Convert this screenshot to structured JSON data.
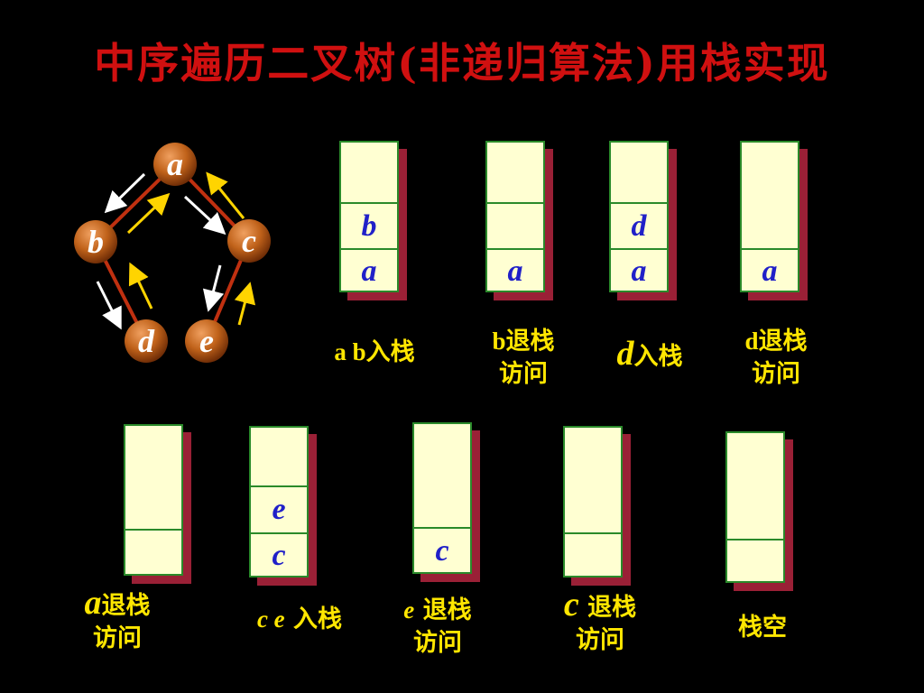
{
  "title": "中序遍历二叉树(非递归算法)用栈实现",
  "tree": {
    "nodes": [
      {
        "id": "a",
        "label": "a"
      },
      {
        "id": "b",
        "label": "b"
      },
      {
        "id": "c",
        "label": "c"
      },
      {
        "id": "d",
        "label": "d"
      },
      {
        "id": "e",
        "label": "e"
      }
    ],
    "edges": [
      [
        "a",
        "b"
      ],
      [
        "a",
        "c"
      ],
      [
        "b",
        "d"
      ],
      [
        "c",
        "e"
      ]
    ],
    "colors": {
      "node": "#c0621a",
      "edge": "#c03010",
      "node_text": "#ffffff",
      "down_arrow": "#ffffff",
      "up_arrow": "#ffd400"
    }
  },
  "steps": [
    {
      "stack": [
        "a",
        "b"
      ],
      "caption": {
        "lead": "a b",
        "text": "入栈"
      }
    },
    {
      "stack": [
        "a"
      ],
      "caption": {
        "lead": "b",
        "text": "退栈",
        "line2": "访问"
      }
    },
    {
      "stack": [
        "a",
        "d"
      ],
      "caption": {
        "lead": "d",
        "text": "入栈"
      }
    },
    {
      "stack": [
        "a"
      ],
      "caption": {
        "lead": "d",
        "text": "退栈",
        "line2": "访问"
      }
    },
    {
      "stack": [],
      "caption": {
        "lead": "a",
        "text": "退栈",
        "line2": "访问"
      }
    },
    {
      "stack": [
        "c",
        "e"
      ],
      "caption": {
        "lead": "c e",
        "text": " 入栈"
      }
    },
    {
      "stack": [
        "c"
      ],
      "caption": {
        "lead": "e",
        "text": " 退栈",
        "line2": "访问"
      }
    },
    {
      "stack": [],
      "caption": {
        "lead": "c",
        "text": " 退栈",
        "line2": "访问"
      }
    },
    {
      "stack": [],
      "caption": {
        "lead": "",
        "text": "栈空"
      }
    }
  ],
  "colors": {
    "title": "#d01010",
    "stack_fill": "#ffffd2",
    "stack_border": "#2a8a2a",
    "stack_shadow": "#9a2036",
    "stack_text": "#2020c8",
    "caption": "#ffe600"
  }
}
